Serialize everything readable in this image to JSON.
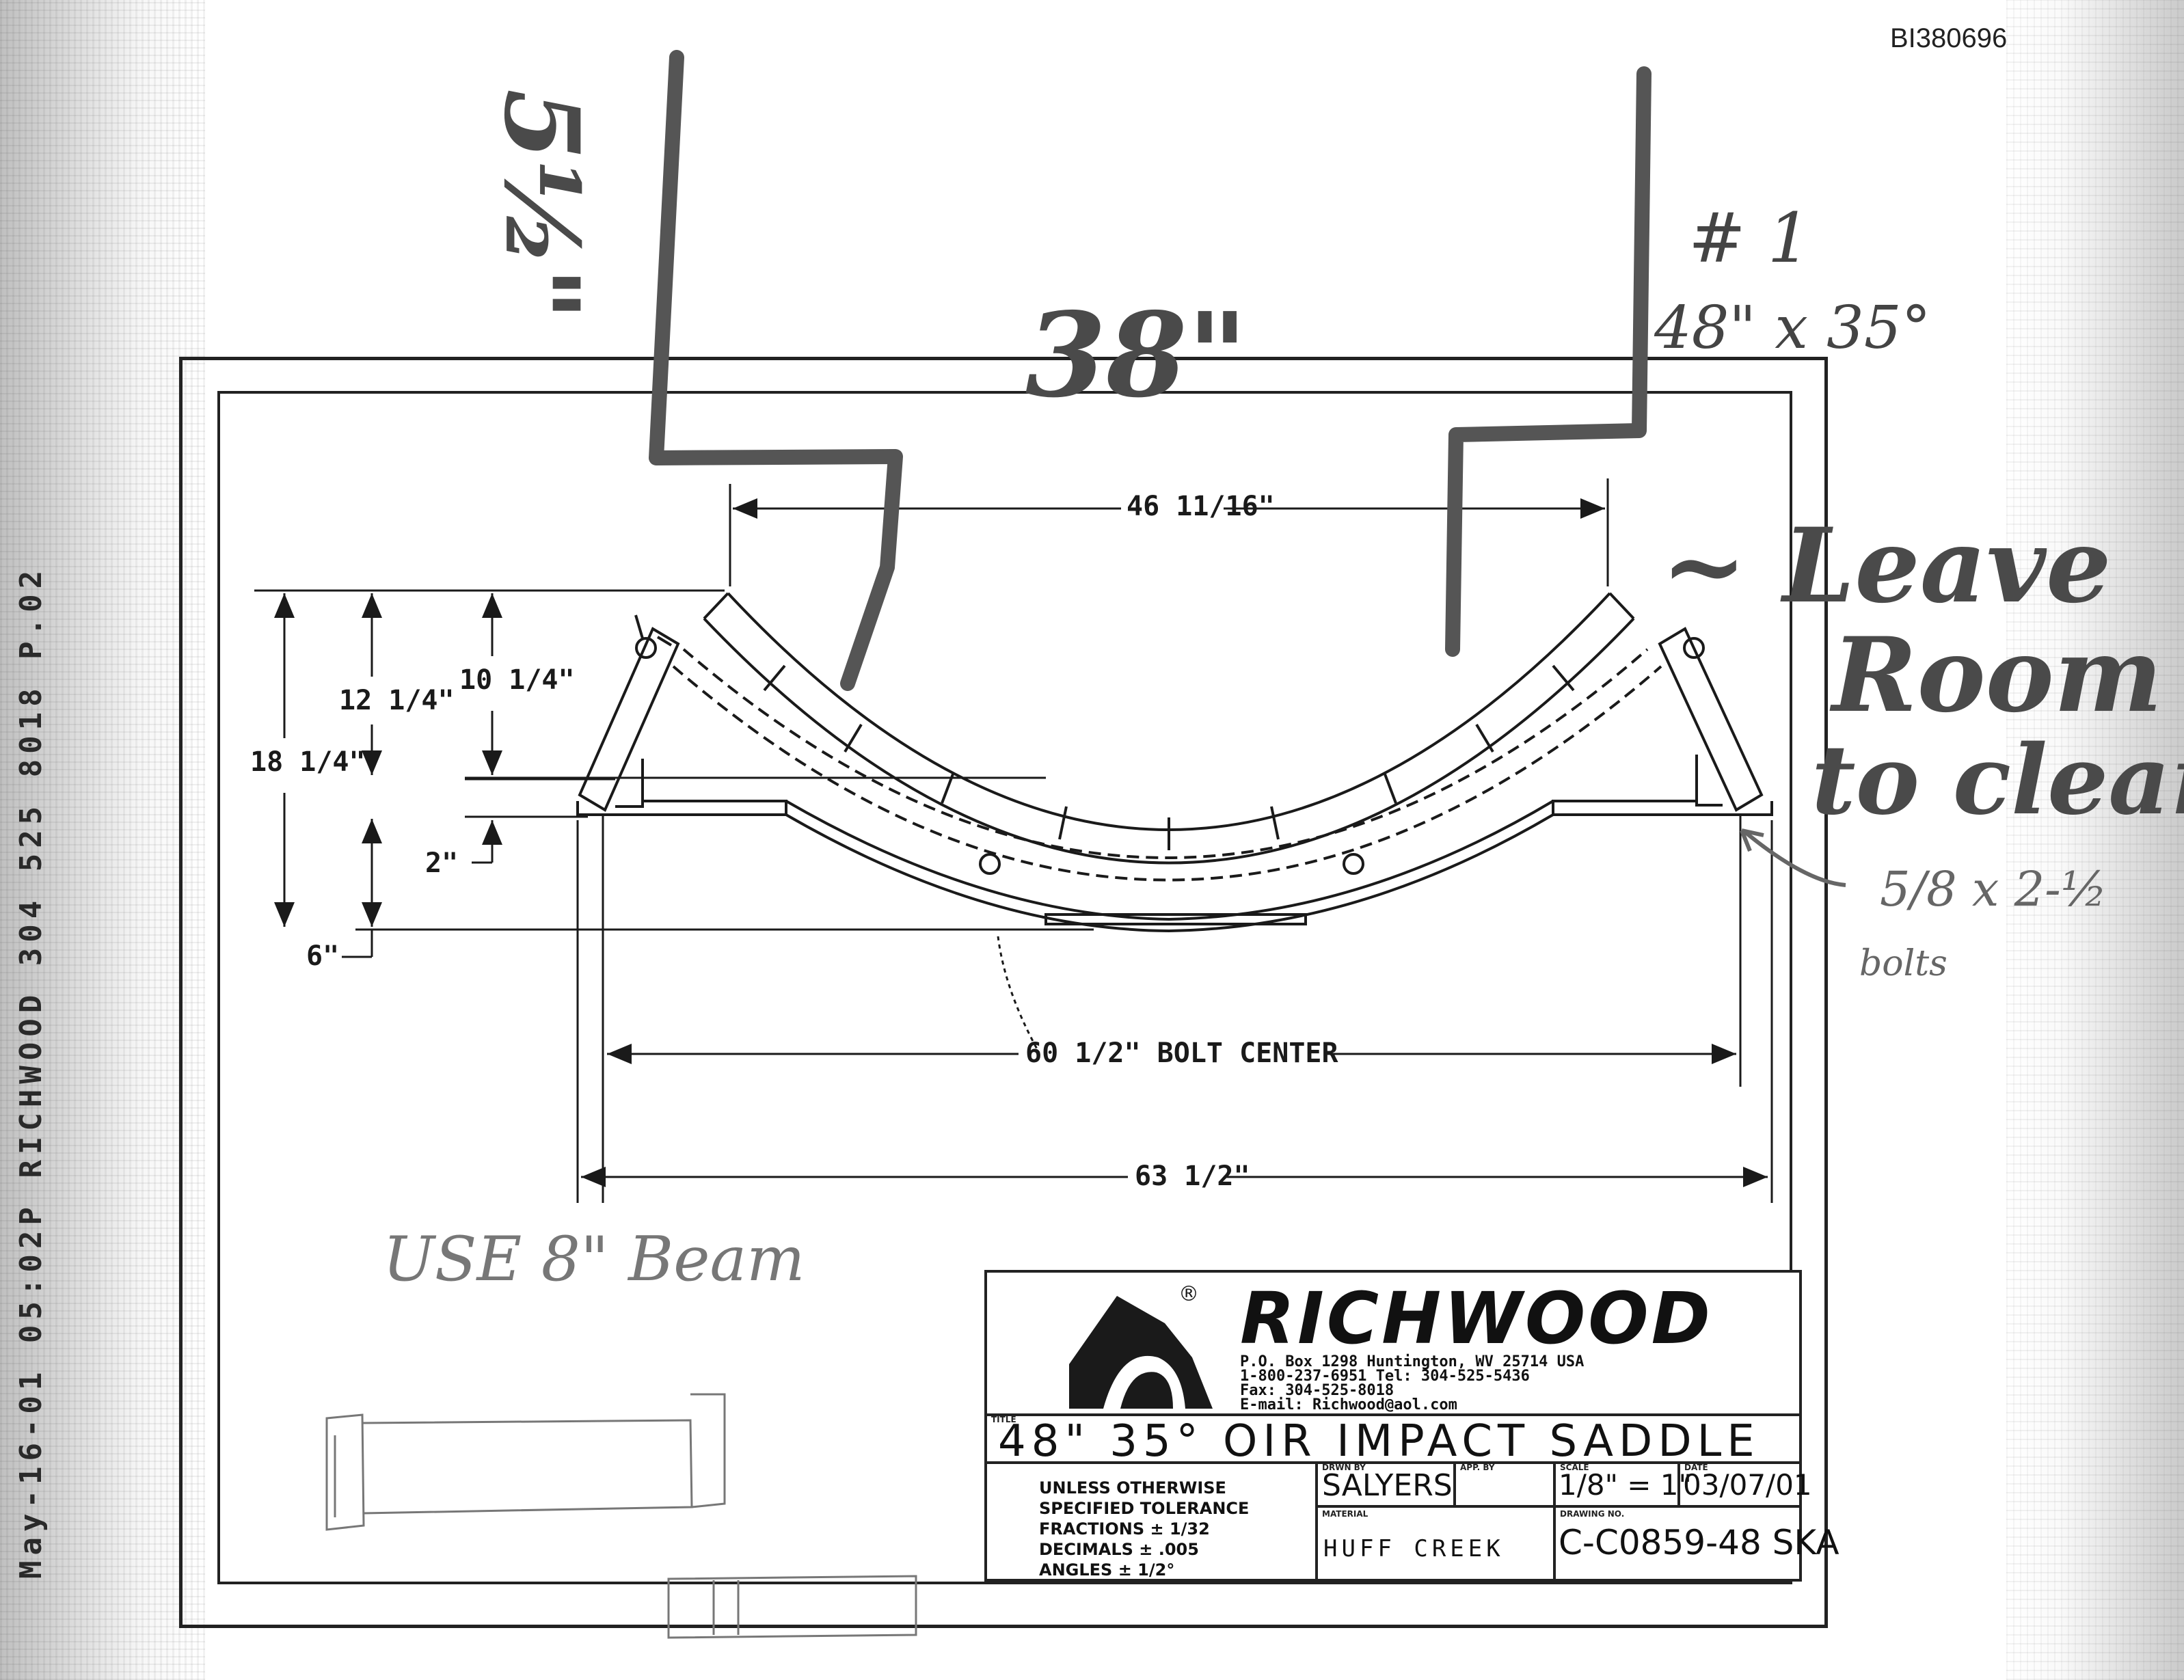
{
  "document_id": "BI380696",
  "fax_header": "May-16-01  05:02P  RICHWOOD        304  525  8018        P.02",
  "dimensions": {
    "top_width": "46 11/16\"",
    "height_overall": "18 1/4\"",
    "height_mid": "12 1/4\"",
    "height_trough": "10 1/4\"",
    "base_offset": "2\"",
    "base_depth": "6\"",
    "bolt_center": "60 1/2\" BOLT CENTER",
    "overall_width": "63 1/2\""
  },
  "handwritten": {
    "top_left": "5½\"",
    "center_width": "38\"",
    "item_number": "# 1",
    "belt_spec": "48\" x 35°",
    "note_line1": "~ Leave",
    "note_line2": "Room",
    "note_line3": "to clean",
    "bolt_note": "5/8 x 2-½",
    "bolt_note_2": "bolts",
    "beam_note": "USE 8\" Beam"
  },
  "title_block": {
    "company": "RICHWOOD",
    "registered_mark": "®",
    "address_line1": "P.O. Box 1298   Huntington, WV  25714  USA",
    "address_line2": "1-800-237-6951  Tel:  304-525-5436",
    "address_line3": "Fax:  304-525-8018",
    "address_line4": "E-mail:   Richwood@aol.com",
    "title_label": "TITLE",
    "title": "48\"  35°  OIR  IMPACT  SADDLE",
    "tolerance_line1": "UNLESS OTHERWISE",
    "tolerance_line2": "SPECIFIED TOLERANCE",
    "tolerance_line3": "FRACTIONS ± 1/32",
    "tolerance_line4": "DECIMALS ± .005",
    "tolerance_line5": "ANGLES ± 1/2°",
    "drawn_by_label": "DRWN BY",
    "drawn_by": "SALYERS",
    "approved_label": "APP. BY",
    "scale_label": "SCALE",
    "scale": "1/8\" = 1\"",
    "date_label": "DATE",
    "date": "03/07/01",
    "material_label": "MATERIAL",
    "material": "HUFF  CREEK",
    "drawing_no_label": "DRAWING NO.",
    "drawing_no": "C-C0859-48 SKA"
  }
}
